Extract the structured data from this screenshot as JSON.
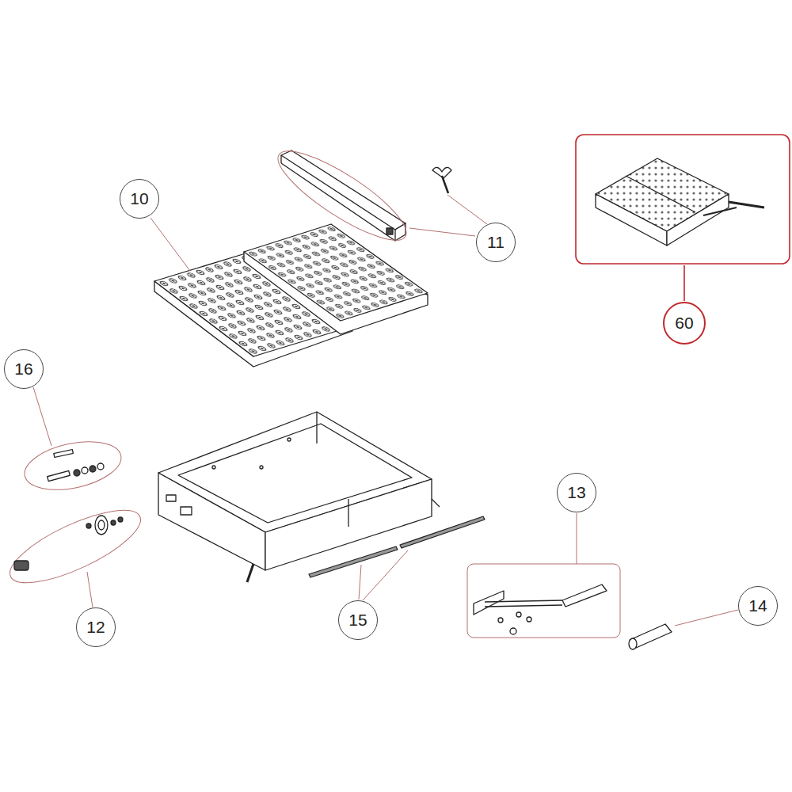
{
  "diagram": {
    "nodes": [
      {
        "text": [
          "10"
        ]
      },
      {
        "text": [
          "11"
        ]
      },
      {
        "text": [
          "60"
        ]
      },
      {
        "text": [
          "16"
        ]
      },
      {
        "text": [
          "13"
        ]
      },
      {
        "text": [
          "14"
        ]
      },
      {
        "text": [
          "15"
        ]
      },
      {
        "text": [
          "12"
        ]
      }
    ]
  }
}
